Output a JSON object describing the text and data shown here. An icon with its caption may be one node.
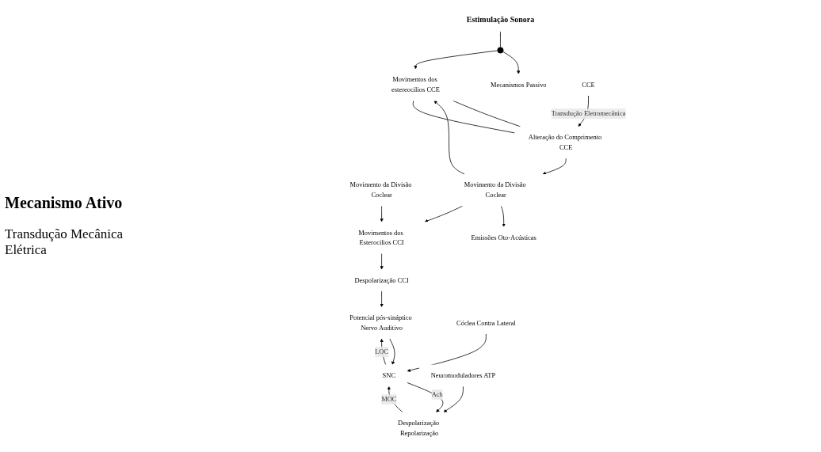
{
  "diagram": {
    "nodes": [
      {
        "text": [
          "Estimulação Sonora"
        ]
      },
      {
        "text": [],
        "shape": "circle"
      },
      {
        "text": [
          "Mecanismos Passivo"
        ]
      },
      {
        "text": [
          "Movimento da Divisão Coclear"
        ]
      },
      {
        "text": [
          "Emissões Oto-Acústicas"
        ]
      },
      {
        "text": [
          "Movimento da Divisão Coclear"
        ]
      },
      {
        "text": [
          "Movimentos dos Esterocilios CCI"
        ]
      },
      {
        "text": [
          "Alteração do Comprimento CCE"
        ]
      },
      {
        "text": [
          "Movimentos dos estereocilios CCE"
        ]
      },
      {
        "text": [
          "Despolarização CCI"
        ]
      },
      {
        "text": [
          "CCE"
        ]
      },
      {
        "text": [
          "Despolarização Repolarização"
        ]
      },
      {
        "text": [
          "SNC"
        ]
      },
      {
        "text": [
          "Potencial pós-sináptico Nervo Auditivo"
        ]
      },
      {
        "text": [
          "Neuromoduladores ATP"
        ]
      },
      {
        "text": [
          "Cóclea Contra Lateral"
        ]
      }
    ],
    "edges": [
      {
        "from": 0,
        "to": 1,
        "arrow": "none"
      },
      {
        "from": 1,
        "to": 2,
        "arrow": "to"
      },
      {
        "from": 1,
        "to": 8,
        "arrow": "to"
      },
      {
        "from": 3,
        "to": 6,
        "arrow": "to"
      },
      {
        "from": 5,
        "to": 4,
        "arrow": "to"
      },
      {
        "from": 7,
        "to": 5,
        "arrow": "to"
      },
      {
        "from": 5,
        "to": 6,
        "arrow": "to"
      },
      {
        "from": 5,
        "to": 8,
        "arrow": "to"
      },
      {
        "from": 6,
        "to": 9,
        "arrow": "to"
      },
      {
        "from": 9,
        "to": 13,
        "arrow": "to"
      },
      {
        "from": 10,
        "to": 7,
        "arrow": "to",
        "label": "Transdução Eletromecânica"
      },
      {
        "from": 11,
        "to": 12,
        "arrow": "to",
        "label": "MOC"
      },
      {
        "from": 12,
        "to": 11,
        "arrow": "to",
        "label": "Ach"
      },
      {
        "from": 12,
        "to": 13,
        "arrow": "to",
        "label": "LOC"
      },
      {
        "from": 13,
        "to": 12,
        "arrow": "to"
      },
      {
        "from": 14,
        "to": 11,
        "arrow": "to"
      },
      {
        "from": 15,
        "to": 12,
        "arrow": "to"
      },
      {
        "from": 7,
        "to": 8,
        "arrow": "none"
      },
      {
        "from": 8,
        "to": 7,
        "arrow": "none"
      }
    ],
    "labels": [
      "Mecanismo Ativo",
      "Transdução Mecânica Elétrica"
    ]
  }
}
